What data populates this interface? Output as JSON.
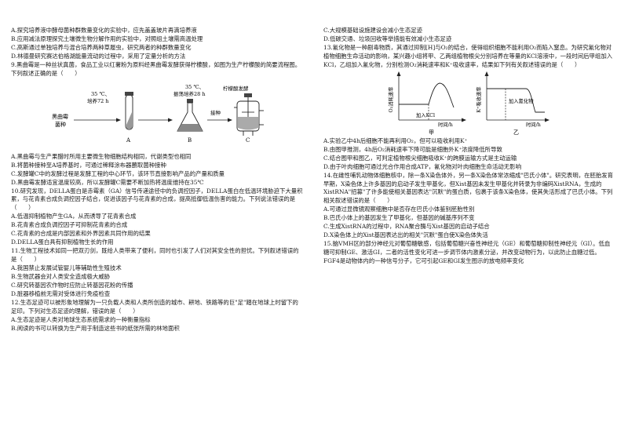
{
  "left": {
    "p1": "A.探究培养液中酵母菌种群数量变化的实验中，应先盖盖玻片再滴培养液",
    "p2": "B.应用减法原理探究土壤微生物分解作用的实验中，对照组土壤需高温处理",
    "p3": "C.高斯通过单独培养与混合培养两种草履虫，研究两者的种群数量变化",
    "p4": "D.林德曼研究赛达伯格湖能量流动的过程中，采用了定量分析的方法",
    "q9": "9.黑曲霉是一种丝状真菌，食品工业以红薯粉为原料经黑曲霉发酵获得柠檬酸，如图为生产柠檬酸的简要流程图。下列叙述正确的是（　　）",
    "fig1": {
      "strain_line1": "黑曲霉",
      "strain_line2": "菌种",
      "a_cond_line1": "35 ℃、",
      "a_cond_line2": "培养72 h",
      "b_cond_line1": "35 ℃、",
      "b_cond_line2": "振荡培养28 h",
      "c_label_top": "柠檬酸发酵",
      "inoculate": "接种",
      "label_a": "A",
      "label_b": "B",
      "label_c": "C"
    },
    "q9a": "A.黑曲霉与生产果醋时所用主要微生物细胞结构相同，代谢类型也相同",
    "q9b": "B.将菌种接种至A培养基时，可通过稀释涂布器蘸取菌种接种",
    "q9c": "C.发酵罐C中的发酵过程是发酵工程的中心环节，该环节直接影响产品的产量和质量",
    "q9d": "D.黑曲霉发酵适宜温度较高，所以发酵罐C需要不断加热将温度维持在35℃",
    "q10": "10.研究发现，DELLA蛋白是赤霉素（GA）信号传递途径中的负调控因子，DELLA蛋白在低温环境胁迫下大量积累，与花青素合成负调控因子结合，促进该因子与花青素的合成，提高抵御低温伤害的能力。下列说法错误的是（　　）",
    "q10a": "A.低温抑制植物产生GA，从而诱导了花青素合成",
    "q10b": "B.花青素合成负调控因子可抑制花青素的合成",
    "q10c": "C.花青素的合成是内部因素和外界因素共同作用的结果",
    "q10d": "D.DELLA蛋白具有抑制植物生长的作用",
    "q11": "11.生物工程技术如同一把双刃剑，既给人类带来了便利，同时也引发了人们对其安全性的担忧。下列叙述错误的是（　　）",
    "q11a": "A.我国禁止发展试管婴儿等辅助性生殖技术",
    "q11b": "B.生物武器会对人类安全造成极大威胁",
    "q11c": "C.研究转基因农作物时应防止转基因花粉的传播",
    "q11d": "D.脏器移植前无需对受体进行免疫检查",
    "q12": "12.生态足迹可以被形象地理解为一只负载人类和人类所创造的城市、耕地、铁路等的巨\"足\"踏在地球上时留下的足印。下列对生态足迹的理解，错误的是（　　）",
    "q12a": "A.生态足迹是人类对地球生态系统需求的一种衡量指标",
    "q12b": "B.阅读的书可以转换为生产用于制造这些书的纸张所需的林地面积"
  },
  "right": {
    "q12c": "C.大规模基础设施建设会减小生态足迹",
    "q12d": "D.低碳交通、垃圾回收等举措能有效减小生态足迹",
    "q13": "13.氰化物是一种剧毒物质，其通过抑制[H]与O₂的结合，使得组织细胞不能利用O₂而陷入窒息。为研究氰化物对植物细胞生命活动的影响，某兴趣小组将甲、乙两组植物根尖分别培养在等量的KCl溶液中，一段时间后甲组加入KCl，乙组加入氰化物，分别检测O₂消耗速率和K⁺吸收速率，结果如下列有关叙述错误的是（　　）",
    "fig2": {
      "jia_ylabel": "O₂消耗速率",
      "jia_add": "加入KCl",
      "jia_xlabel": "时间/h",
      "jia_caption": "甲",
      "yi_ylabel": "K⁺吸收速率",
      "yi_add": "加入氰化物",
      "yi_xlabel": "时间/h",
      "yi_caption": "乙"
    },
    "q13a": "A.实验乙中4h后细胞不能再利用O₂，但可以吸收利用K⁺",
    "q13b": "B.由图甲推测，4h后O₂消耗速率下降可能是细胞外K⁺浓度降低所导致",
    "q13c": "C.结合图甲和图乙，可判定植物根尖细胞吸收K⁺的跨膜运输方式是主动运输",
    "q13d": "D.由于叶肉细胞可通过光合作用合成ATP，氰化物对叶肉细胞生命活动无影响",
    "q14": "14.在雌性哺乳动物体细胞核中，除一条X染色体外，另一条X染色体常浓缩成\"巴氏小体\"。研究表明，在胚胎发育早期，X染色体上许多基因的启动子发生甲基化，但Xist基因未发生甲基化并转录为非编码XistRNA，生成的XistRNA\"招募\"了许多能使相关基因表达\"沉默\"的蛋白质，包裹于该条X染色体，使其失活形成了巴氏小体。下列相关叙述错误的是（　　）",
    "q14a": "A.可通过显微镜观察细胞中是否存在巴氏小体鉴别胚胎性别",
    "q14b": "B.巴氏小体上的基因发生了甲基化，但基因的碱基序列不变",
    "q14c": "C.生成XistRNA的过程中，RNA聚合酶与Xist基因的启动子结合",
    "q14d": "D.X染色体上的Xist基因表达出的相关\"沉默\"蛋白使X染色体失活",
    "q15": "15.脑VMH区的部分神经元对葡萄糖敏感，包括葡萄糖兴奋性神经元（GE）和葡萄糖抑制性神经元（GI）。低血糖可抑制GE、激活GI，二者的活性变化可进一步调节体内激素分泌，并改变动物行为，以此防止血糖过低。FGF4是动物体内的一种信号分子，它可引起GE和GI发生图示的放电频率变化"
  }
}
